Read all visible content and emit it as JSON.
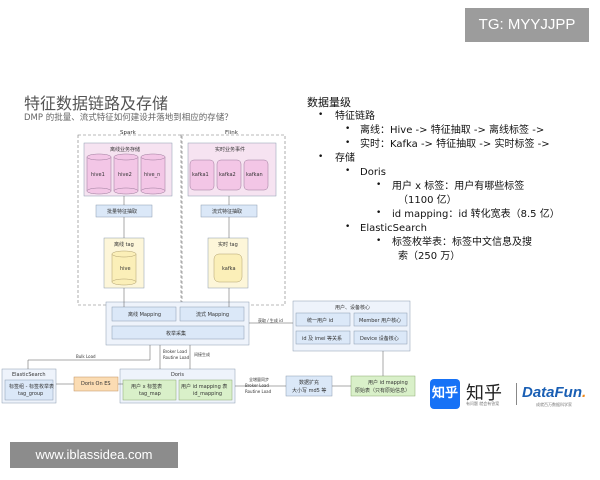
{
  "badges": {
    "tg": "TG: MYYJJPP",
    "site": "www.iblassidea.com"
  },
  "slide": {
    "title": "特征数据链路及存储",
    "subtitle": "DMP 的批量、流式特征如何建设并落地到相应的存储？"
  },
  "right": {
    "heading": "数据量级",
    "items": [
      {
        "level": 1,
        "text": "特征链路"
      },
      {
        "level": 2,
        "text": "离线：Hive -> 特征抽取 -> 离线标签 ->"
      },
      {
        "level": 2,
        "text": "实时：Kafka -> 特征抽取 -> 实时标签 ->"
      },
      {
        "level": 1,
        "text": "存储"
      },
      {
        "level": 2,
        "text": "Doris"
      },
      {
        "level": 3,
        "text": "用户 x 标签：用户有哪些标签"
      },
      {
        "level": 3,
        "text": "（1100 亿）",
        "cont": true
      },
      {
        "level": 3,
        "text": "id mapping：id 转化宽表（8.5 亿）"
      },
      {
        "level": 2,
        "text": "ElasticSearch"
      },
      {
        "level": 3,
        "text": "标签枚举表：标签中文信息及搜"
      },
      {
        "level": 3,
        "text": "索（250 万）",
        "cont": true
      }
    ]
  },
  "diagram": {
    "spark": "Spark",
    "flink": "Flink",
    "spark_store": "离线业务存储",
    "flink_store": "实时业务事件",
    "hive1": "hive1",
    "hive2": "hive2",
    "hiven": "hive_n",
    "kafka1": "kafka1",
    "kafka2": "kafka2",
    "kafkan": "kafkan",
    "batch_extract": "批量特征抽取",
    "stream_extract": "流式特征抽取",
    "offline_tag": "离线 tag",
    "hive": "hive",
    "realtime_tag": "实时 tag",
    "kafka": "kafka",
    "offline_mapping": "离线 Mapping",
    "stream_mapping": "流式 Mapping",
    "tag_collect": "枚举采集",
    "fetch_gen": "获取 / 生成 id",
    "user_device_core": "用户、设备核心",
    "unified_uid": "统一用户 id",
    "member_core": "Member 用户核心",
    "id_imei": "id 及 imei 等关系",
    "device_core": "Device 设备核心",
    "bulk_load": "Bulk Load",
    "broker_load": "Broker Load",
    "routine_load": "Routine Load",
    "batch_gen": "间接生成",
    "es": "ElasticSearch",
    "es_table": "标签组 - 标签枚举表",
    "tag_group": "tag_group",
    "doris_on_es": "Doris On ES",
    "doris": "Doris",
    "user_tag_table": "用户 x 标签表",
    "tag_map": "tag_map",
    "user_id_mapping_table": "用户 id mapping 表",
    "id_mapping": "id_mapping",
    "full_sync": "全增量同步",
    "broker_load2": "Broker Load",
    "routine_load2": "Routine Load",
    "data_expand": "数据扩充",
    "size_md5": "大小写 md5 等",
    "user_id_mapping": "用户 id mapping",
    "raw_table": "原始表（只有原始信息）"
  },
  "logos": {
    "zhihu_mark": "知乎",
    "zhihu_text": "知乎",
    "zhihu_sub": "有问题 就会有答案",
    "datafun_a": "DataFun",
    "datafun_b": ".",
    "datafun_sub": "成就百万数据科学家"
  },
  "colors": {
    "pink": "#f3c6e6",
    "yellow": "#fbefb8",
    "blue": "#dbe8f8",
    "green": "#d9f0c9",
    "orange": "#fbdcb3",
    "border": "#8a9bb0"
  }
}
